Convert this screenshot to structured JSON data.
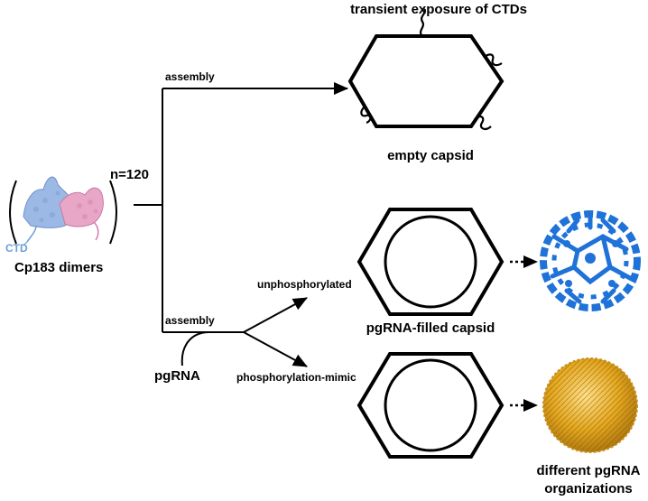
{
  "labels": {
    "transient": "transient exposure of CTDs",
    "assembly_top": "assembly",
    "empty_capsid": "empty capsid",
    "n120": "n=120",
    "ctd": "CTD",
    "dimers": "Cp183 dimers",
    "unphos": "unphosphorylated",
    "assembly_bottom": "assembly",
    "pgRNA": "pgRNA",
    "phos_mimic": "phosphorylation-mimic",
    "filled_capsid": "pgRNA-filled capsid",
    "different_orgs_line1": "different pgRNA",
    "different_orgs_line2": "organizations"
  },
  "colors": {
    "line": "#000000",
    "dimer_blue": "#9cb9e6",
    "dimer_pink": "#e9a7c8",
    "ctd_blue": "#6a9fd6",
    "density_blue": "#1e72d8",
    "density_gold": "#e4a820"
  }
}
